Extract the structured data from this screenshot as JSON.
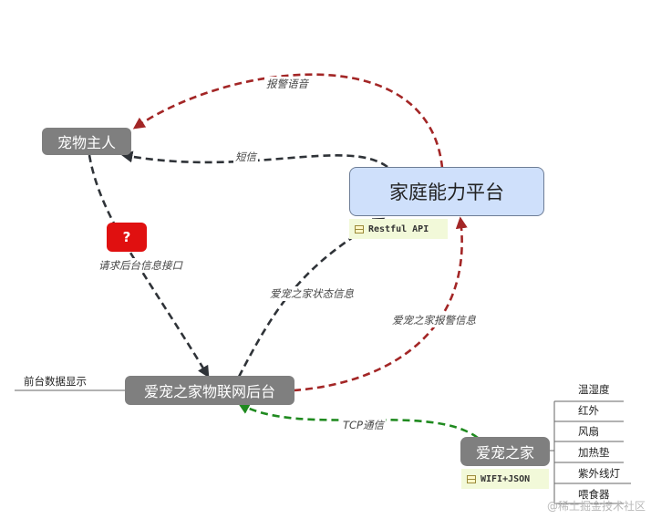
{
  "nodes": {
    "owner": "宠物主人",
    "platform": "家庭能力平台",
    "backend": "爱宠之家物联网后台",
    "device": "爱宠之家",
    "front_display": "前台数据显示"
  },
  "tags": {
    "platform_api": "Restful API",
    "device_protocol": "WIFI+JSON"
  },
  "warning": {
    "symbol": "?",
    "label": "请求后台信息接口"
  },
  "edges": {
    "alarm_voice": "报警语音",
    "sms": "短信",
    "status_info": "爱宠之家状态信息",
    "alarm_info": "爱宠之家报警信息",
    "tcp": "TCP通信"
  },
  "device_features": [
    "温湿度",
    "红外",
    "风扇",
    "加热垫",
    "紫外线灯",
    "喂食器"
  ],
  "watermark": "@稀土掘金技术社区",
  "colors": {
    "dark_edge": "#2f3338",
    "red_edge": "#a32626",
    "green_edge": "#1f8a1f",
    "node": "#7f7f7f",
    "platform": "#cfe0fb"
  }
}
